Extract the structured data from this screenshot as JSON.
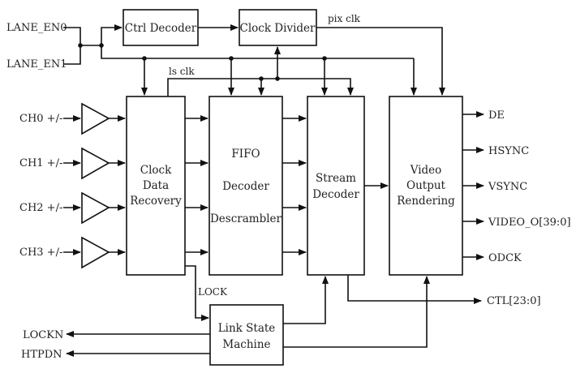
{
  "diagram": {
    "inputs": {
      "lane_en0": "LANE_EN0",
      "lane_en1": "LANE_EN1",
      "channels": [
        "CH0 +/-",
        "CH1 +/-",
        "CH2 +/-",
        "CH3 +/-"
      ]
    },
    "blocks": {
      "ctrl_decoder": [
        "Ctrl Decoder"
      ],
      "clock_divider": [
        "Clock Divider"
      ],
      "clock_data_recovery": [
        "Clock",
        "Data",
        "Recovery"
      ],
      "fifo": [
        "FIFO",
        "Decoder",
        "Descrambler"
      ],
      "stream_decoder": [
        "Stream",
        "Decoder"
      ],
      "video_output": [
        "Video",
        "Output",
        "Rendering"
      ],
      "link_state_machine": [
        "Link State",
        "Machine"
      ]
    },
    "signals": {
      "pix_clk": "pix clk",
      "ls_clk": "ls clk",
      "lock": "LOCK"
    },
    "outputs": {
      "video": [
        "DE",
        "HSYNC",
        "VSYNC",
        "VIDEO_O[39:0]",
        "ODCK"
      ],
      "ctl": "CTL[23:0]",
      "lockn": "LOCKN",
      "htpdn": "HTPDN"
    }
  }
}
